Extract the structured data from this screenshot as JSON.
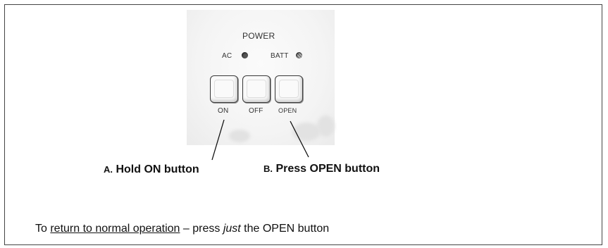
{
  "panel": {
    "title": "POWER",
    "indicators": [
      {
        "label": "AC",
        "icon": "led-solid"
      },
      {
        "label": "BATT",
        "icon": "led-hatched"
      }
    ],
    "buttons": [
      {
        "label": "ON"
      },
      {
        "label": "OFF"
      },
      {
        "label": "OPEN"
      }
    ]
  },
  "captions": {
    "a": {
      "letter": "A.",
      "text": "Hold ON button"
    },
    "b": {
      "letter": "B.",
      "text": "Press OPEN button"
    }
  },
  "footer": {
    "prefix": "To ",
    "underlined": "return to normal operation",
    "middle": " – press ",
    "italic": "just",
    "suffix": " the OPEN button"
  }
}
